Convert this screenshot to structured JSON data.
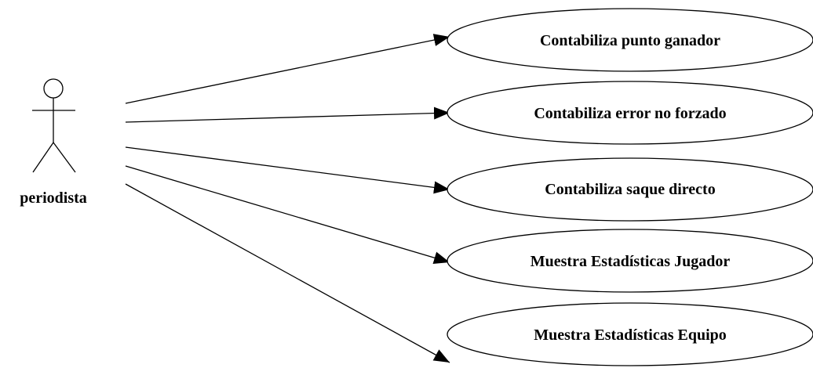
{
  "diagram": {
    "actor": {
      "label": "periodista",
      "icon": "stick-figure-actor"
    },
    "use_cases": [
      {
        "label": "Contabiliza punto ganador"
      },
      {
        "label": "Contabiliza error no forzado"
      },
      {
        "label": "Contabiliza saque directo"
      },
      {
        "label": "Muestra Estadísticas Jugador"
      },
      {
        "label": "Muestra Estadísticas Equipo"
      }
    ],
    "colors": {
      "stroke": "#000000",
      "background": "#ffffff"
    }
  }
}
